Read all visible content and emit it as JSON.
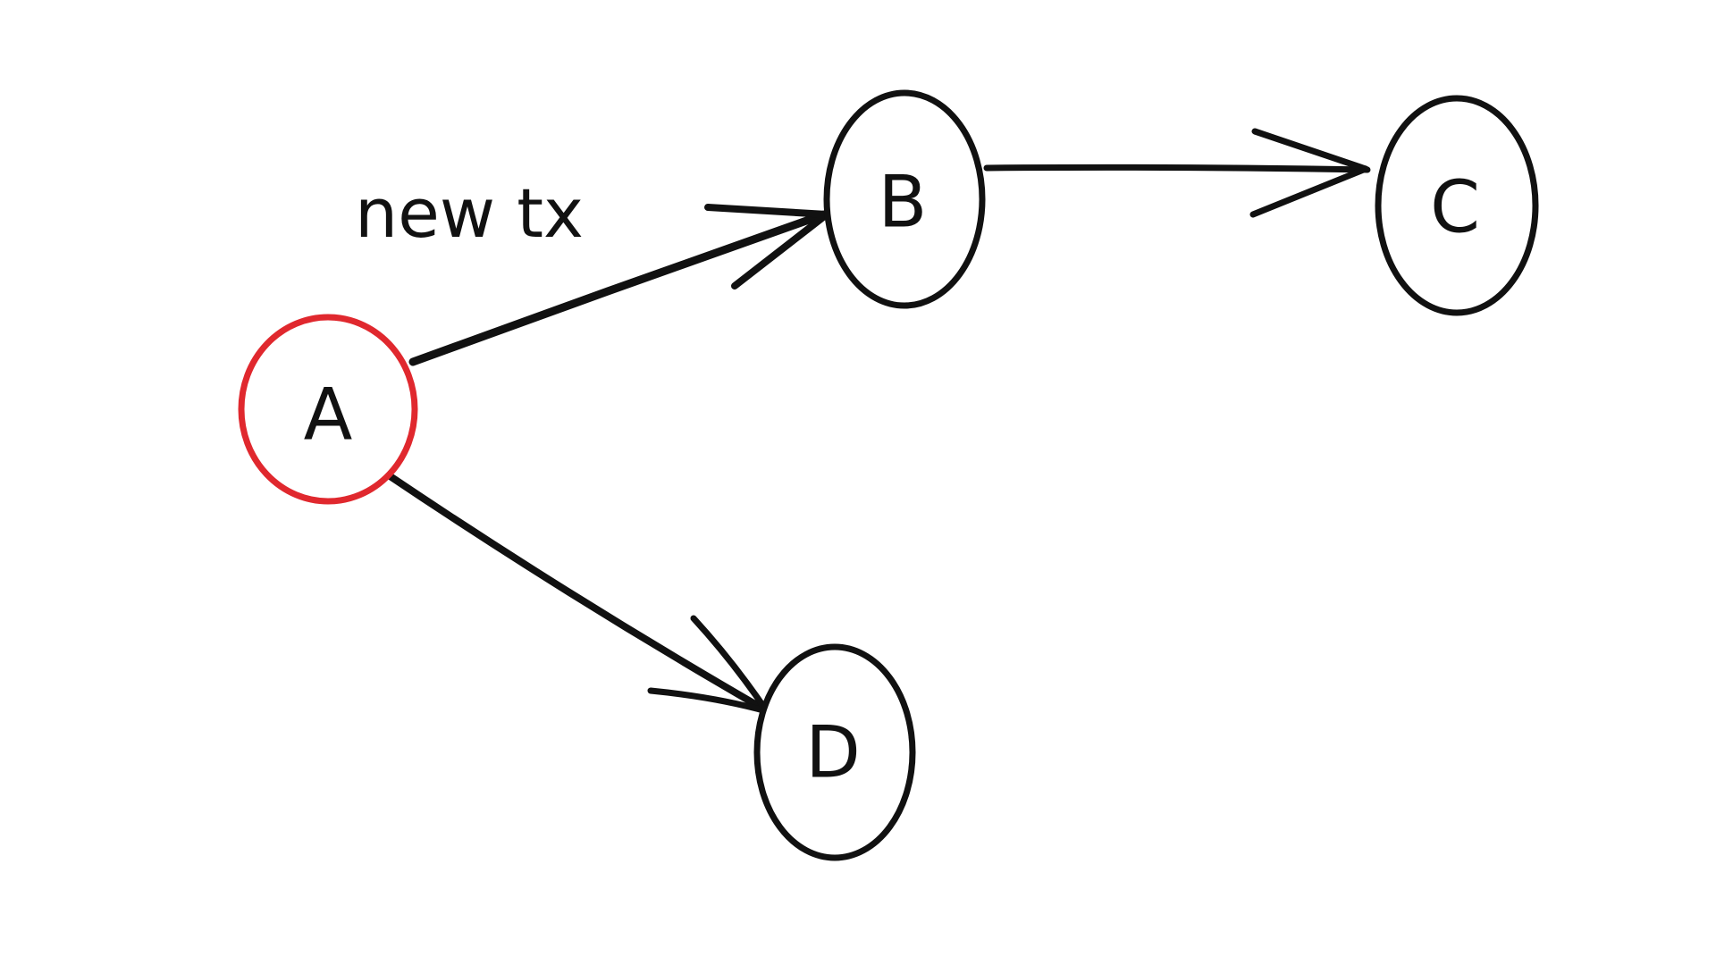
{
  "nodes": [
    {
      "id": "A",
      "label": "A",
      "stroke": "#e0282e",
      "highlighted": true
    },
    {
      "id": "B",
      "label": "B",
      "stroke": "#111111",
      "highlighted": false
    },
    {
      "id": "C",
      "label": "C",
      "stroke": "#111111",
      "highlighted": false
    },
    {
      "id": "D",
      "label": "D",
      "stroke": "#111111",
      "highlighted": false
    }
  ],
  "edges": [
    {
      "from": "A",
      "to": "B",
      "label": "new tx",
      "color": "#111111"
    },
    {
      "from": "B",
      "to": "C",
      "label": "",
      "color": "#111111"
    },
    {
      "from": "A",
      "to": "D",
      "label": "",
      "color": "#111111"
    }
  ]
}
